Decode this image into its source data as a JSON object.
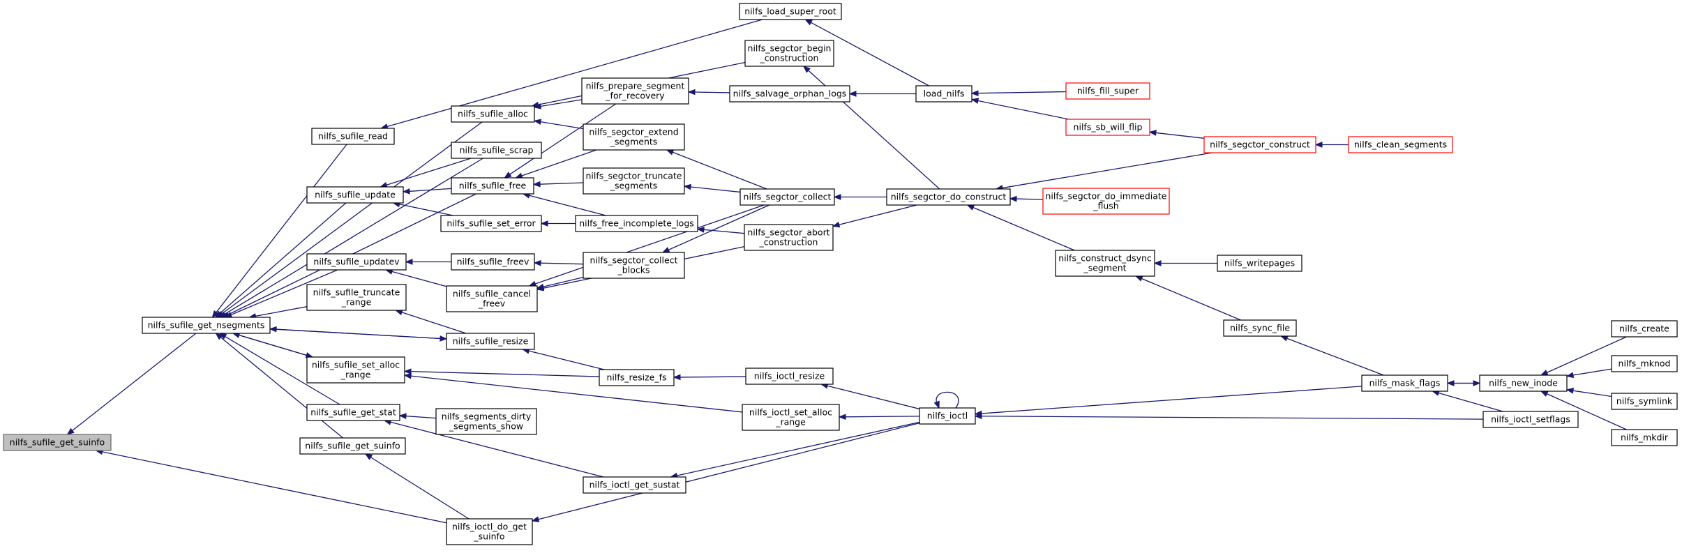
{
  "diagram": {
    "kind": "caller graph",
    "colors": {
      "edge": "#191970",
      "root_fill": "#bfbfbf",
      "node_border": "#000000",
      "truncated_border": "#ff0000"
    },
    "nodes": [
      {
        "id": "get_suinfo_root",
        "lines": [
          "nilfs_sufile_get_suinfo"
        ],
        "style": "root"
      },
      {
        "id": "get_nsegments",
        "lines": [
          "nilfs_sufile_get_nsegments"
        ]
      },
      {
        "id": "sufile_read",
        "lines": [
          "nilfs_sufile_read"
        ]
      },
      {
        "id": "sufile_alloc",
        "lines": [
          "nilfs_sufile_alloc"
        ]
      },
      {
        "id": "sufile_scrap",
        "lines": [
          "nilfs_sufile_scrap"
        ]
      },
      {
        "id": "sufile_free",
        "lines": [
          "nilfs_sufile_free"
        ]
      },
      {
        "id": "sufile_update",
        "lines": [
          "nilfs_sufile_update"
        ]
      },
      {
        "id": "sufile_updatev",
        "lines": [
          "nilfs_sufile_updatev"
        ]
      },
      {
        "id": "sufile_truncate_range",
        "lines": [
          "nilfs_sufile_truncate",
          "_range"
        ]
      },
      {
        "id": "sufile_resize",
        "lines": [
          "nilfs_sufile_resize"
        ]
      },
      {
        "id": "sufile_set_alloc_range",
        "lines": [
          "nilfs_sufile_set_alloc",
          "_range"
        ]
      },
      {
        "id": "sufile_get_stat",
        "lines": [
          "nilfs_sufile_get_stat"
        ]
      },
      {
        "id": "sufile_get_suinfo",
        "lines": [
          "nilfs_sufile_get_suinfo"
        ]
      },
      {
        "id": "sufile_set_error",
        "lines": [
          "nilfs_sufile_set_error"
        ]
      },
      {
        "id": "sufile_freev",
        "lines": [
          "nilfs_sufile_freev"
        ]
      },
      {
        "id": "sufile_cancel_freev",
        "lines": [
          "nilfs_sufile_cancel",
          "_freev"
        ]
      },
      {
        "id": "segments_dirty_show",
        "lines": [
          "nilfs_segments_dirty",
          "_segments_show"
        ]
      },
      {
        "id": "ioctl_do_get_suinfo",
        "lines": [
          "nilfs_ioctl_do_get",
          "_suinfo"
        ]
      },
      {
        "id": "load_super_root",
        "lines": [
          "nilfs_load_super_root"
        ]
      },
      {
        "id": "segctor_begin_construction",
        "lines": [
          "nilfs_segctor_begin",
          "_construction"
        ]
      },
      {
        "id": "prepare_segment_for_recovery",
        "lines": [
          "nilfs_prepare_segment",
          "_for_recovery"
        ]
      },
      {
        "id": "segctor_extend_segments",
        "lines": [
          "nilfs_segctor_extend",
          "_segments"
        ]
      },
      {
        "id": "segctor_truncate_segments",
        "lines": [
          "nilfs_segctor_truncate",
          "_segments"
        ]
      },
      {
        "id": "free_incomplete_logs",
        "lines": [
          "nilfs_free_incomplete_logs"
        ]
      },
      {
        "id": "segctor_collect_blocks",
        "lines": [
          "nilfs_segctor_collect",
          "_blocks"
        ]
      },
      {
        "id": "resize_fs",
        "lines": [
          "nilfs_resize_fs"
        ]
      },
      {
        "id": "ioctl_get_sustat",
        "lines": [
          "nilfs_ioctl_get_sustat"
        ]
      },
      {
        "id": "salvage_orphan_logs",
        "lines": [
          "nilfs_salvage_orphan_logs"
        ]
      },
      {
        "id": "segctor_collect",
        "lines": [
          "nilfs_segctor_collect"
        ]
      },
      {
        "id": "segctor_abort_construction",
        "lines": [
          "nilfs_segctor_abort",
          "_construction"
        ]
      },
      {
        "id": "ioctl_resize",
        "lines": [
          "nilfs_ioctl_resize"
        ]
      },
      {
        "id": "ioctl_set_alloc_range",
        "lines": [
          "nilfs_ioctl_set_alloc",
          "_range"
        ]
      },
      {
        "id": "load_nilfs",
        "lines": [
          "load_nilfs"
        ]
      },
      {
        "id": "segctor_do_construct",
        "lines": [
          "nilfs_segctor_do_construct"
        ]
      },
      {
        "id": "ioctl",
        "lines": [
          "nilfs_ioctl"
        ]
      },
      {
        "id": "fill_super",
        "lines": [
          "nilfs_fill_super"
        ],
        "style": "red"
      },
      {
        "id": "sb_will_flip",
        "lines": [
          "nilfs_sb_will_flip"
        ],
        "style": "red"
      },
      {
        "id": "segctor_do_immediate_flush",
        "lines": [
          "nilfs_segctor_do_immediate",
          "_flush"
        ],
        "style": "red"
      },
      {
        "id": "construct_dsync_segment",
        "lines": [
          "nilfs_construct_dsync",
          "_segment"
        ]
      },
      {
        "id": "segctor_construct",
        "lines": [
          "nilfs_segctor_construct"
        ],
        "style": "red"
      },
      {
        "id": "clean_segments",
        "lines": [
          "nilfs_clean_segments"
        ],
        "style": "red"
      },
      {
        "id": "writepages",
        "lines": [
          "nilfs_writepages"
        ]
      },
      {
        "id": "sync_file",
        "lines": [
          "nilfs_sync_file"
        ]
      },
      {
        "id": "mask_flags",
        "lines": [
          "nilfs_mask_flags"
        ]
      },
      {
        "id": "new_inode",
        "lines": [
          "nilfs_new_inode"
        ]
      },
      {
        "id": "ioctl_setflags",
        "lines": [
          "nilfs_ioctl_setflags"
        ]
      },
      {
        "id": "create",
        "lines": [
          "nilfs_create"
        ]
      },
      {
        "id": "mknod",
        "lines": [
          "nilfs_mknod"
        ]
      },
      {
        "id": "symlink",
        "lines": [
          "nilfs_symlink"
        ]
      },
      {
        "id": "mkdir",
        "lines": [
          "nilfs_mkdir"
        ]
      }
    ],
    "edges": [
      [
        "get_nsegments",
        "get_suinfo_root"
      ],
      [
        "ioctl_do_get_suinfo",
        "get_suinfo_root"
      ],
      [
        "sufile_read",
        "get_nsegments"
      ],
      [
        "sufile_alloc",
        "get_nsegments"
      ],
      [
        "sufile_scrap",
        "get_nsegments"
      ],
      [
        "sufile_free",
        "get_nsegments"
      ],
      [
        "sufile_update",
        "get_nsegments"
      ],
      [
        "sufile_updatev",
        "get_nsegments"
      ],
      [
        "sufile_truncate_range",
        "get_nsegments"
      ],
      [
        "sufile_resize",
        "get_nsegments"
      ],
      [
        "sufile_set_alloc_range",
        "get_nsegments"
      ],
      [
        "sufile_get_stat",
        "get_nsegments"
      ],
      [
        "sufile_get_suinfo",
        "get_nsegments"
      ],
      [
        "get_nsegments",
        "sufile_resize"
      ],
      [
        "get_nsegments",
        "sufile_set_alloc_range"
      ],
      [
        "load_super_root",
        "sufile_read"
      ],
      [
        "segctor_begin_construction",
        "sufile_alloc"
      ],
      [
        "prepare_segment_for_recovery",
        "sufile_alloc"
      ],
      [
        "segctor_extend_segments",
        "sufile_alloc"
      ],
      [
        "sufile_scrap",
        "sufile_update"
      ],
      [
        "sufile_free",
        "sufile_update"
      ],
      [
        "sufile_set_error",
        "sufile_update"
      ],
      [
        "prepare_segment_for_recovery",
        "sufile_free"
      ],
      [
        "segctor_extend_segments",
        "sufile_free"
      ],
      [
        "segctor_truncate_segments",
        "sufile_free"
      ],
      [
        "free_incomplete_logs",
        "sufile_free"
      ],
      [
        "free_incomplete_logs",
        "sufile_set_error"
      ],
      [
        "sufile_freev",
        "sufile_updatev"
      ],
      [
        "sufile_cancel_freev",
        "sufile_updatev"
      ],
      [
        "segctor_collect_blocks",
        "sufile_freev"
      ],
      [
        "segctor_collect_blocks",
        "sufile_cancel_freev"
      ],
      [
        "segctor_collect",
        "sufile_cancel_freev"
      ],
      [
        "segctor_abort_construction",
        "sufile_cancel_freev"
      ],
      [
        "sufile_resize",
        "sufile_truncate_range"
      ],
      [
        "resize_fs",
        "sufile_resize"
      ],
      [
        "resize_fs",
        "sufile_set_alloc_range"
      ],
      [
        "ioctl_set_alloc_range",
        "sufile_set_alloc_range"
      ],
      [
        "segments_dirty_show",
        "sufile_get_stat"
      ],
      [
        "ioctl_get_sustat",
        "sufile_get_stat"
      ],
      [
        "ioctl_do_get_suinfo",
        "sufile_get_suinfo"
      ],
      [
        "salvage_orphan_logs",
        "prepare_segment_for_recovery"
      ],
      [
        "segctor_collect",
        "segctor_extend_segments"
      ],
      [
        "segctor_collect",
        "segctor_truncate_segments"
      ],
      [
        "segctor_abort_construction",
        "free_incomplete_logs"
      ],
      [
        "segctor_collect",
        "segctor_collect_blocks"
      ],
      [
        "load_nilfs",
        "load_super_root"
      ],
      [
        "load_nilfs",
        "salvage_orphan_logs"
      ],
      [
        "segctor_do_construct",
        "segctor_begin_construction"
      ],
      [
        "segctor_do_construct",
        "segctor_collect"
      ],
      [
        "segctor_do_construct",
        "segctor_abort_construction"
      ],
      [
        "ioctl_resize",
        "resize_fs"
      ],
      [
        "ioctl",
        "ioctl_resize"
      ],
      [
        "ioctl",
        "ioctl_set_alloc_range"
      ],
      [
        "ioctl",
        "ioctl_get_sustat"
      ],
      [
        "ioctl",
        "ioctl_do_get_suinfo"
      ],
      [
        "ioctl",
        "ioctl"
      ],
      [
        "fill_super",
        "load_nilfs"
      ],
      [
        "sb_will_flip",
        "load_nilfs"
      ],
      [
        "segctor_construct",
        "sb_will_flip"
      ],
      [
        "segctor_construct",
        "segctor_do_construct"
      ],
      [
        "segctor_do_immediate_flush",
        "segctor_do_construct"
      ],
      [
        "construct_dsync_segment",
        "segctor_do_construct"
      ],
      [
        "clean_segments",
        "segctor_construct"
      ],
      [
        "writepages",
        "construct_dsync_segment"
      ],
      [
        "sync_file",
        "construct_dsync_segment"
      ],
      [
        "mask_flags",
        "sync_file"
      ],
      [
        "mask_flags",
        "ioctl"
      ],
      [
        "ioctl_setflags",
        "ioctl"
      ],
      [
        "new_inode",
        "mask_flags"
      ],
      [
        "ioctl_setflags",
        "mask_flags"
      ],
      [
        "mask_flags",
        "new_inode"
      ],
      [
        "create",
        "new_inode"
      ],
      [
        "mknod",
        "new_inode"
      ],
      [
        "symlink",
        "new_inode"
      ],
      [
        "mkdir",
        "new_inode"
      ]
    ]
  }
}
